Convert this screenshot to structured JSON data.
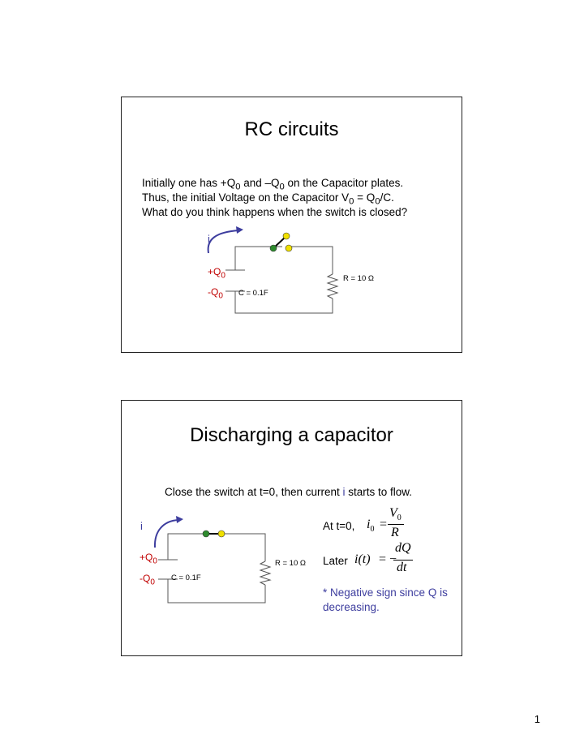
{
  "slide1": {
    "title": "RC circuits",
    "line1": {
      "a": "Initially one has +Q",
      "sub1": "0",
      "b": " and –Q",
      "sub2": "0",
      "c": " on the Capacitor plates."
    },
    "line2": {
      "a": "Thus, the initial Voltage on the Capacitor V",
      "sub1": "0",
      "b": " = Q",
      "sub2": "0",
      "c": "/C."
    },
    "line3": "What do you think happens when the switch is closed?",
    "current_label": "i",
    "plus_q": {
      "main": "+Q",
      "sub": "0"
    },
    "minus_q": {
      "main": "-Q",
      "sub": "0"
    },
    "cap_label": "C = 0.1F",
    "res_label": "R = 10 Ω"
  },
  "slide2": {
    "title": "Discharging a capacitor",
    "intro": {
      "a": "Close the switch at t=0, then current ",
      "i": "i",
      "b": " starts to flow."
    },
    "current_label": "i",
    "plus_q": {
      "main": "+Q",
      "sub": "0"
    },
    "minus_q": {
      "main": "-Q",
      "sub": "0"
    },
    "cap_label": "C = 0.1F",
    "res_label": "R = 10 Ω",
    "eq1": {
      "prefix": "At t=0,",
      "lhs": "i",
      "lhs_sub": "0",
      "eq": "=",
      "num": "V",
      "num_sub": "0",
      "den": "R"
    },
    "eq2": {
      "prefix": "Later",
      "lhs": "i(t)",
      "eq": "= −",
      "num": "dQ",
      "den": "dt"
    },
    "note": "* Negative sign since Q is decreasing."
  },
  "page_number": "1",
  "colors": {
    "charge": "#c00000",
    "current_arrow": "#3d3d9e",
    "note": "#3d3d9e",
    "switch_pivot": "#2e8b2e",
    "switch_contact": "#f0e000"
  }
}
